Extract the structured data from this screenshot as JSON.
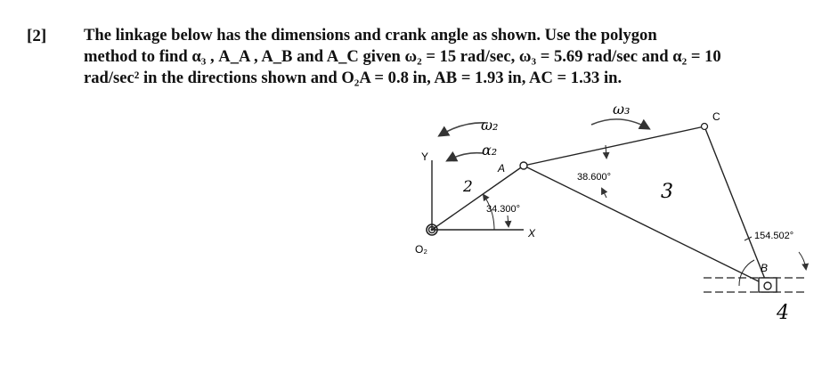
{
  "problem": {
    "number": "[2]",
    "lines": [
      "The linkage below has the dimensions and crank angle as shown. Use the polygon",
      "method to find α₃ , A_A , A_B and A_C given ω₂ = 15 rad/sec, ω₃ = 5.69 rad/sec and α₂ = 10",
      "rad/sec² in the directions shown and O₂A = 0.8 in, AB = 1.93 in, AC = 1.33 in."
    ]
  },
  "diagram": {
    "labels": {
      "y_axis": "Y",
      "x_axis": "X",
      "o2": "O₂",
      "a": "A",
      "b": "B",
      "c": "C"
    },
    "angles": {
      "crank": "34.300°",
      "coupler": "38.600°",
      "slider_link": "154.502°"
    },
    "handwritten": {
      "omega2": "ω₂",
      "alpha2": "α₂",
      "omega3": "ω₃",
      "link2": "2",
      "link3": "3",
      "link4": "4"
    }
  }
}
